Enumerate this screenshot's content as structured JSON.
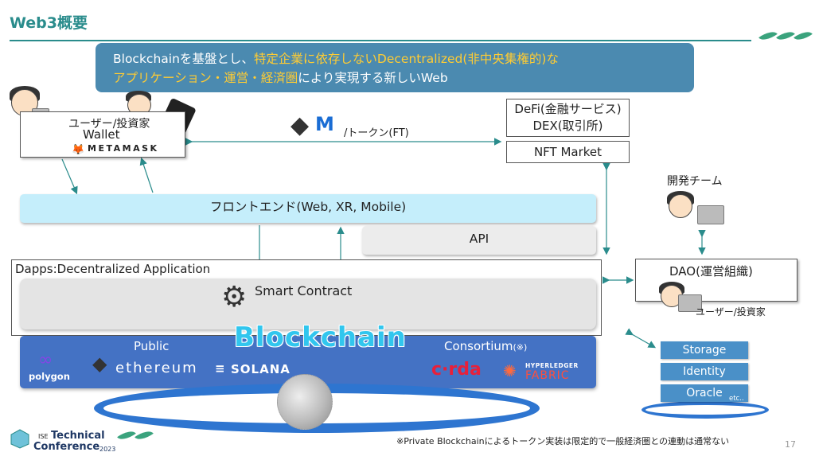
{
  "header": {
    "title": "Web3概要"
  },
  "banner": {
    "line1_part1": "Blockchainを基盤とし、",
    "line1_part2": "特定企業に依存しない",
    "line1_part3": "Decentralized(非中央集権的)な",
    "line2_part1": "アプリケーション・運営・経済圏",
    "line2_part2": "により実現する新しいWeb"
  },
  "wallet": {
    "title": "ユーザー/投資家",
    "label": "Wallet",
    "metamask": "METAMASK"
  },
  "token": {
    "label": "/トークン(FT)"
  },
  "defi": {
    "line1": "DeFi(金融サービス)",
    "line2": "DEX(取引所)"
  },
  "nft": {
    "label": "NFT Market"
  },
  "frontend": {
    "label": "フロントエンド(Web, XR, Mobile)"
  },
  "api": {
    "label": "API"
  },
  "dapps": {
    "label": "Dapps:Decentralized Application"
  },
  "smart_contract": {
    "label": "Smart Contract"
  },
  "blockchain": {
    "title": "Blockchain",
    "public_label": "Public",
    "consortium_label": "Consortium",
    "consortium_mark": "(※)",
    "polygon": "polygon",
    "ethereum": "ethereum",
    "solana": "SOLANA",
    "corda": "c·rda",
    "hyperledger": "HYPERLEDGER",
    "fabric": "FABRIC"
  },
  "dev_team": {
    "label": "開発チーム"
  },
  "dao": {
    "label": "DAO(運営組織)",
    "user_label": "ユーザー/投資家"
  },
  "services": {
    "storage": "Storage",
    "identity": "Identity",
    "oracle": "Oracle",
    "etc": "etc.."
  },
  "footer": {
    "note": "※Private Blockchainによるトークン実装は限定的で一般経済圏との連動は通常ない",
    "page": "17",
    "conf_ise": "ISE",
    "conf_technical": "Technical",
    "conf_conference": "Conference",
    "conf_year": "2023"
  },
  "colors": {
    "accent": "#2a8c8c",
    "banner": "#4b8ab0",
    "highlight": "#ffcc33",
    "frontend": "#c5eefb",
    "chain": "#4472c4",
    "blockchain_text": "#31c6ee",
    "service": "#4a90c8"
  }
}
